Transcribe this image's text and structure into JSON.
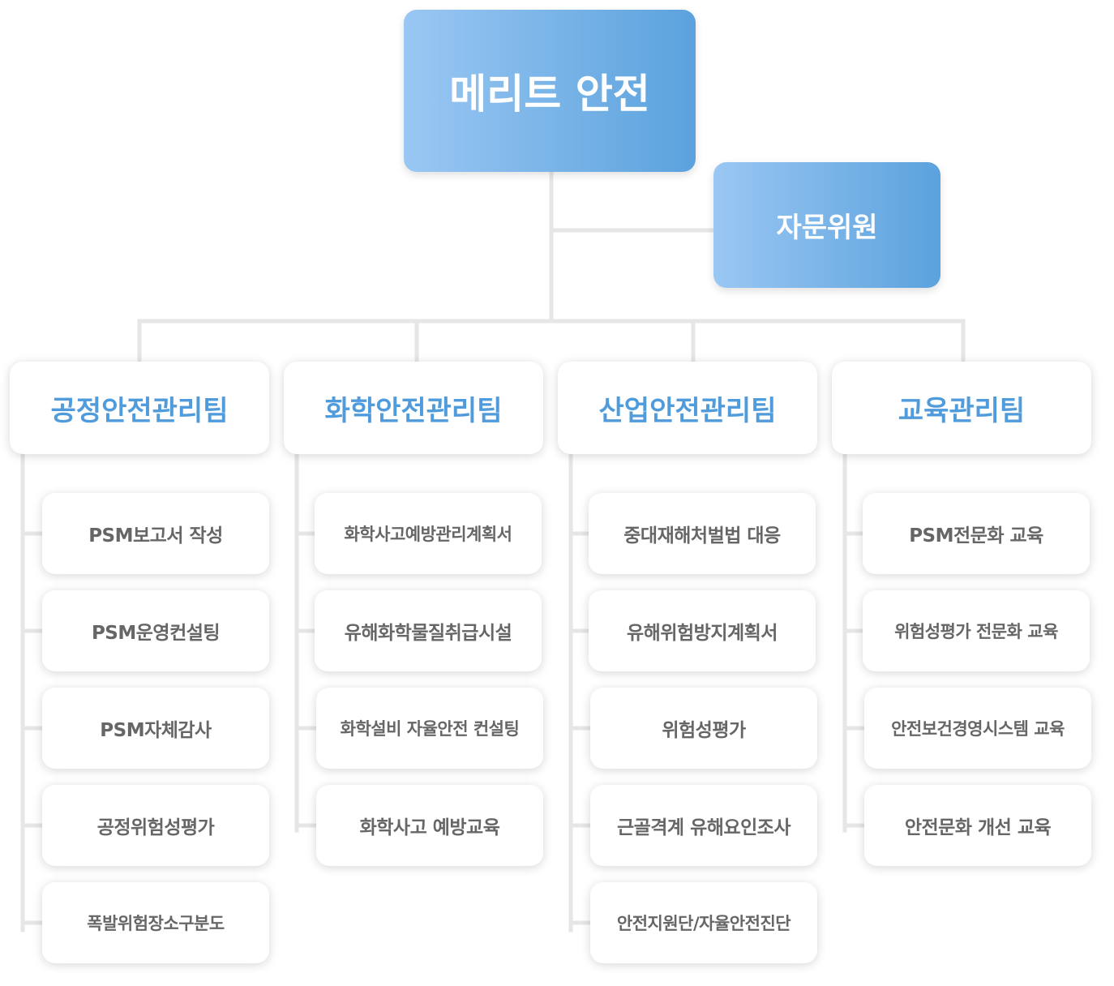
{
  "org": {
    "root": "메리트 안전",
    "advisor": "자문위원",
    "teams": [
      {
        "name": "공정안전관리팀",
        "items": [
          "PSM보고서 작성",
          "PSM운영컨설팅",
          "PSM자체감사",
          "공정위험성평가",
          "폭발위험장소구분도"
        ]
      },
      {
        "name": "화학안전관리팀",
        "items": [
          "화학사고예방관리계획서",
          "유해화학물질취급시설",
          "화학설비 자율안전 컨설팅",
          "화학사고 예방교육"
        ]
      },
      {
        "name": "산업안전관리팀",
        "items": [
          "중대재해처벌법 대응",
          "유해위험방지계획서",
          "위험성평가",
          "근골격계 유해요인조사",
          "안전지원단/자율안전진단"
        ]
      },
      {
        "name": "교육관리팀",
        "items": [
          "PSM전문화 교육",
          "위험성평가 전문화 교육",
          "안전보건경영시스템 교육",
          "안전문화 개선 교육"
        ]
      }
    ]
  },
  "colors": {
    "gradient_start": "#9ac7f3",
    "gradient_end": "#5ba2dd",
    "team_text": "#4f9bdc",
    "item_text": "#666666",
    "connector": "#e6e6e6"
  }
}
